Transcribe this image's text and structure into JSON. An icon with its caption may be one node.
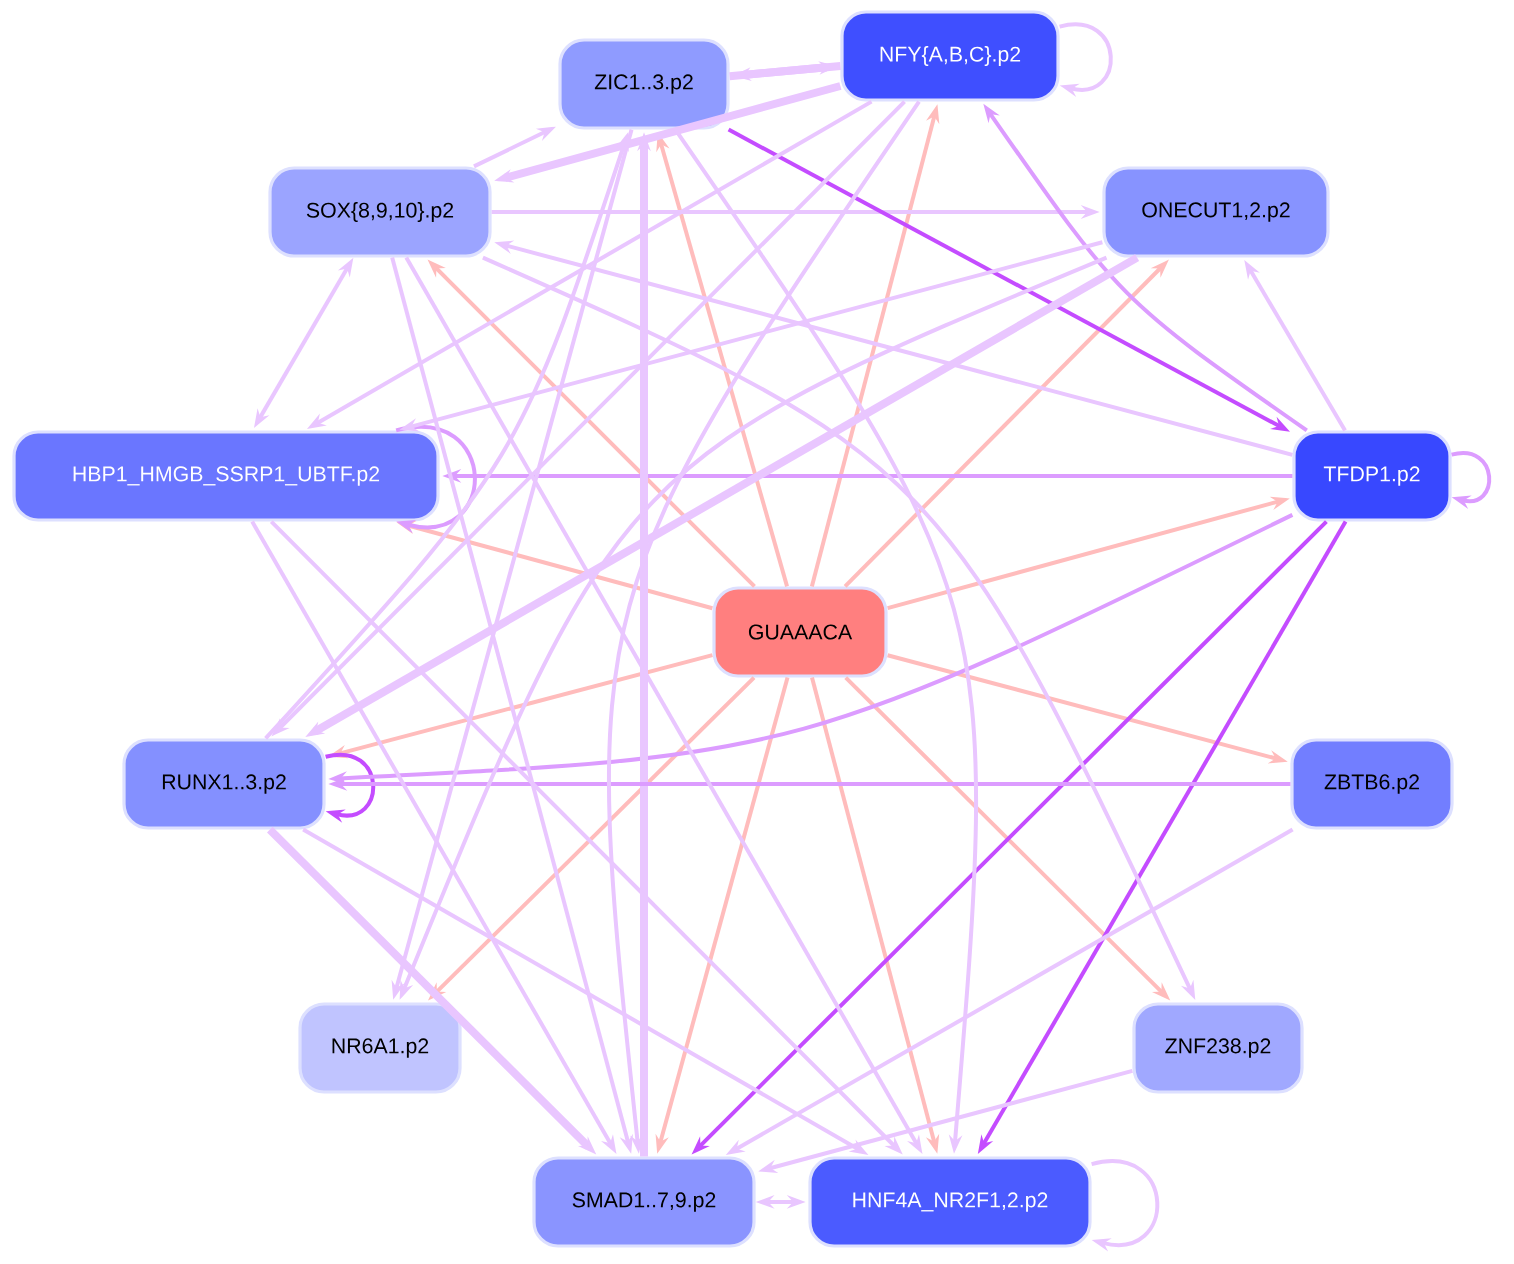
{
  "diagram": {
    "nodes": [
      {
        "text": [
          "GUAAACA"
        ]
      },
      {
        "text": [
          "ZIC1..3.p2"
        ]
      },
      {
        "text": [
          "NFY{A,B,C}.p2"
        ]
      },
      {
        "text": [
          "SOX{8,9,10}.p2"
        ]
      },
      {
        "text": [
          "ONECUT1,2.p2"
        ]
      },
      {
        "text": [
          "HBP1_HMGB_SSRP1_UBTF.p2"
        ]
      },
      {
        "text": [
          "TFDP1.p2"
        ]
      },
      {
        "text": [
          "RUNX1..3.p2"
        ]
      },
      {
        "text": [
          "ZBTB6.p2"
        ]
      },
      {
        "text": [
          "NR6A1.p2"
        ]
      },
      {
        "text": [
          "ZNF238.p2"
        ]
      },
      {
        "text": [
          "SMAD1..7,9.p2"
        ]
      },
      {
        "text": [
          "HNF4A_NR2F1,2.p2"
        ]
      }
    ],
    "edges": [
      {
        "from": 0,
        "to": 1,
        "arrow": "to",
        "color": "#ffbcbc"
      },
      {
        "from": 0,
        "to": 2,
        "arrow": "to",
        "color": "#ffbcbc"
      },
      {
        "from": 0,
        "to": 3,
        "arrow": "to",
        "color": "#ffbcbc"
      },
      {
        "from": 0,
        "to": 4,
        "arrow": "to",
        "color": "#ffbcbc"
      },
      {
        "from": 0,
        "to": 5,
        "arrow": "to",
        "color": "#ffbcbc"
      },
      {
        "from": 0,
        "to": 6,
        "arrow": "to",
        "color": "#ffbcbc"
      },
      {
        "from": 0,
        "to": 7,
        "arrow": "to",
        "color": "#ffbcbc"
      },
      {
        "from": 0,
        "to": 8,
        "arrow": "to",
        "color": "#ffbcbc"
      },
      {
        "from": 0,
        "to": 9,
        "arrow": "to",
        "color": "#ffbcbc"
      },
      {
        "from": 0,
        "to": 10,
        "arrow": "to",
        "color": "#ffbcbc"
      },
      {
        "from": 0,
        "to": 11,
        "arrow": "to",
        "color": "#ffbcbc"
      },
      {
        "from": 0,
        "to": 12,
        "arrow": "to",
        "color": "#ffbcbc"
      },
      {
        "from": 1,
        "to": 2,
        "arrow": "to",
        "style": "thick"
      },
      {
        "from": 2,
        "to": 1,
        "arrow": "to",
        "style": "thick"
      },
      {
        "from": 2,
        "to": 2,
        "arrow": "to"
      },
      {
        "from": 5,
        "to": 5,
        "arrow": "to",
        "color": "#dc9cff"
      },
      {
        "from": 6,
        "to": 6,
        "arrow": "to",
        "color": "#dc9cff"
      },
      {
        "from": 7,
        "to": 7,
        "arrow": "to",
        "color": "#c44cff"
      },
      {
        "from": 12,
        "to": 12,
        "arrow": "to"
      },
      {
        "from": 11,
        "to": 12,
        "arrow": "both"
      },
      {
        "from": 3,
        "to": 1,
        "arrow": "to"
      },
      {
        "from": 2,
        "to": 3,
        "arrow": "to",
        "style": "thick"
      },
      {
        "from": 3,
        "to": 4,
        "arrow": "to"
      },
      {
        "from": 6,
        "to": 3,
        "arrow": "to"
      },
      {
        "from": 3,
        "to": 5,
        "arrow": "both"
      },
      {
        "from": 1,
        "to": 6,
        "arrow": "to",
        "color": "#c44cff"
      },
      {
        "from": 6,
        "to": 2,
        "arrow": "to",
        "color": "#dc9cff"
      },
      {
        "from": 6,
        "to": 4,
        "arrow": "to"
      },
      {
        "from": 6,
        "to": 5,
        "arrow": "to",
        "color": "#dc9cff"
      },
      {
        "from": 6,
        "to": 11,
        "arrow": "to",
        "color": "#c44cff"
      },
      {
        "from": 6,
        "to": 12,
        "arrow": "to",
        "color": "#c44cff"
      },
      {
        "from": 6,
        "to": 7,
        "arrow": "to",
        "color": "#dc9cff"
      },
      {
        "from": 2,
        "to": 5,
        "arrow": "to"
      },
      {
        "from": 4,
        "to": 5,
        "arrow": "to"
      },
      {
        "from": 4,
        "to": 7,
        "arrow": "to",
        "style": "thick"
      },
      {
        "from": 2,
        "to": 7,
        "arrow": "to"
      },
      {
        "from": 7,
        "to": 1,
        "arrow": "to"
      },
      {
        "from": 11,
        "to": 1,
        "arrow": "to",
        "style": "thick"
      },
      {
        "from": 8,
        "to": 7,
        "arrow": "to",
        "color": "#dc9cff"
      },
      {
        "from": 8,
        "to": 11,
        "arrow": "to"
      },
      {
        "from": 1,
        "to": 9,
        "arrow": "to"
      },
      {
        "from": 4,
        "to": 9,
        "arrow": "to"
      },
      {
        "from": 7,
        "to": 11,
        "arrow": "to",
        "style": "thick"
      },
      {
        "from": 5,
        "to": 11,
        "arrow": "to"
      },
      {
        "from": 3,
        "to": 11,
        "arrow": "to"
      },
      {
        "from": 3,
        "to": 12,
        "arrow": "to"
      },
      {
        "from": 5,
        "to": 12,
        "arrow": "to"
      },
      {
        "from": 7,
        "to": 12,
        "arrow": "to"
      },
      {
        "from": 10,
        "to": 11,
        "arrow": "to"
      },
      {
        "from": 3,
        "to": 10,
        "arrow": "to"
      },
      {
        "from": 2,
        "to": 11,
        "arrow": "to"
      },
      {
        "from": 1,
        "to": 12,
        "arrow": "to"
      }
    ]
  }
}
